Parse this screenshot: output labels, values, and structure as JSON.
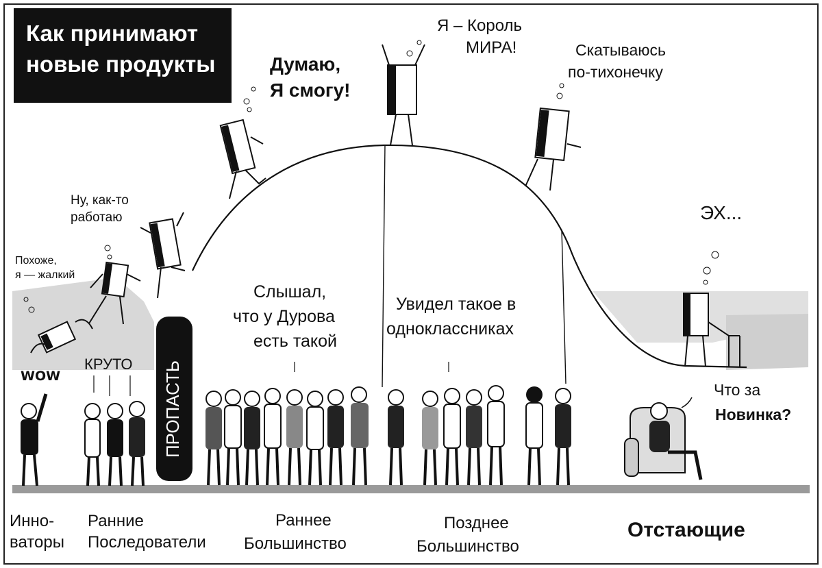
{
  "title": "Как принимают новые продукты",
  "gap_label": "ПРОПАСТЬ",
  "speech": {
    "wow": "WOW",
    "cool": "КРУТО",
    "pathetic_1": "Похоже,",
    "pathetic_2": "я — жалкий",
    "working_1": "Ну, как-то",
    "working_2": "работаю",
    "can_1": "Думаю,",
    "can_2": "Я смогу!",
    "king_1": "Я – Король",
    "king_2": "МИРА!",
    "rolling_1": "Скатываюсь",
    "rolling_2": "по-тихонечку",
    "sigh": "ЭХ...",
    "heard_1": "Слышал,",
    "heard_2": "что у Дурова",
    "heard_3": "есть такой",
    "saw_1": "Увидел такое в",
    "saw_2": "одноклассниках",
    "novelty_1": "Что за",
    "novelty_2": "Новинка?"
  },
  "segments": {
    "innovators_1": "Инно-",
    "innovators_2": "ваторы",
    "early_adopters_1": "Ранние",
    "early_adopters_2": "Последователи",
    "early_majority_1": "Раннее",
    "early_majority_2": "Большинство",
    "late_majority_1": "Позднее",
    "late_majority_2": "Большинство",
    "laggards": "Отстающие"
  },
  "colors": {
    "ink": "#111111",
    "paper": "#ffffff",
    "shade": "#cfcfcf",
    "floor": "#9a9a9a"
  },
  "icons": {
    "product": "phone-character-icon",
    "bubble": "thought-bubble-icon"
  }
}
